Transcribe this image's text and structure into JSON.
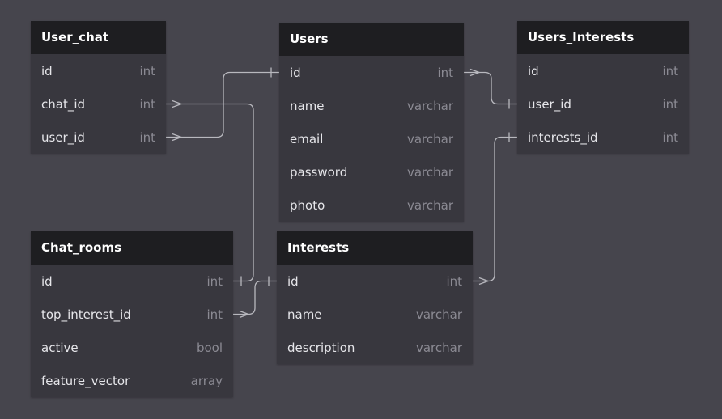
{
  "colors": {
    "background": "#46454d",
    "table_body": "#38373e",
    "table_header": "#1e1e21",
    "connector": "#b8b8be",
    "field_text": "#e6e6ea",
    "type_text": "#8b8a93"
  },
  "tables": [
    {
      "id": "user_chat",
      "name": "User_chat",
      "fields": [
        {
          "name": "id",
          "type": "int"
        },
        {
          "name": "chat_id",
          "type": "int"
        },
        {
          "name": "user_id",
          "type": "int"
        }
      ]
    },
    {
      "id": "users",
      "name": "Users",
      "fields": [
        {
          "name": "id",
          "type": "int"
        },
        {
          "name": "name",
          "type": "varchar"
        },
        {
          "name": "email",
          "type": "varchar"
        },
        {
          "name": "password",
          "type": "varchar"
        },
        {
          "name": "photo",
          "type": "varchar"
        }
      ]
    },
    {
      "id": "users_interests",
      "name": "Users_Interests",
      "fields": [
        {
          "name": "id",
          "type": "int"
        },
        {
          "name": "user_id",
          "type": "int"
        },
        {
          "name": "interests_id",
          "type": "int"
        }
      ]
    },
    {
      "id": "chat_rooms",
      "name": "Chat_rooms",
      "fields": [
        {
          "name": "id",
          "type": "int"
        },
        {
          "name": "top_interest_id",
          "type": "int"
        },
        {
          "name": "active",
          "type": "bool"
        },
        {
          "name": "feature_vector",
          "type": "array"
        }
      ]
    },
    {
      "id": "interests",
      "name": "Interests",
      "fields": [
        {
          "name": "id",
          "type": "int"
        },
        {
          "name": "name",
          "type": "varchar"
        },
        {
          "name": "description",
          "type": "varchar"
        }
      ]
    }
  ],
  "relations": [
    {
      "from": "user_chat.user_id",
      "to": "users.id",
      "from_end": "many",
      "to_end": "one"
    },
    {
      "from": "user_chat.chat_id",
      "to": "chat_rooms.id",
      "from_end": "many",
      "to_end": "one"
    },
    {
      "from": "users.id",
      "to": "users_interests.user_id",
      "from_end": "many",
      "to_end": "one"
    },
    {
      "from": "interests.id",
      "to": "users_interests.interests_id",
      "from_end": "many",
      "to_end": "one"
    },
    {
      "from": "chat_rooms.top_interest_id",
      "to": "interests.id",
      "from_end": "many",
      "to_end": "one"
    }
  ]
}
